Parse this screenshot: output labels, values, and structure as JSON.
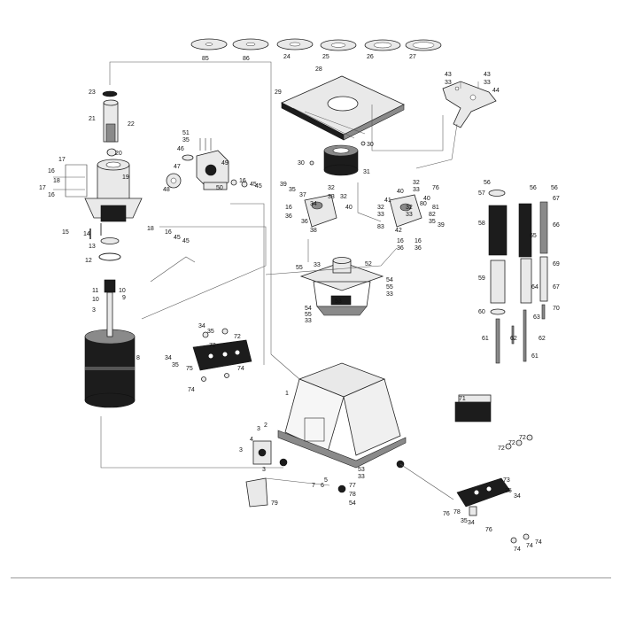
{
  "callouts": [
    {
      "id": "c85",
      "text": "85"
    },
    {
      "id": "c86",
      "text": "86"
    },
    {
      "id": "c24",
      "text": "24"
    },
    {
      "id": "c25",
      "text": "25"
    },
    {
      "id": "c26",
      "text": "26"
    },
    {
      "id": "c27",
      "text": "27"
    },
    {
      "id": "c28",
      "text": "28"
    },
    {
      "id": "c29",
      "text": "29"
    },
    {
      "id": "c30a",
      "text": "30"
    },
    {
      "id": "c30b",
      "text": "30"
    },
    {
      "id": "c31",
      "text": "31"
    },
    {
      "id": "c43a",
      "text": "43"
    },
    {
      "id": "c43b",
      "text": "43"
    },
    {
      "id": "c33a",
      "text": "33"
    },
    {
      "id": "c33b",
      "text": "33"
    },
    {
      "id": "c44",
      "text": "44"
    },
    {
      "id": "c23",
      "text": "23"
    },
    {
      "id": "c21",
      "text": "21"
    },
    {
      "id": "c22",
      "text": "22"
    },
    {
      "id": "c20",
      "text": "20"
    },
    {
      "id": "c19",
      "text": "19"
    },
    {
      "id": "c17a",
      "text": "17"
    },
    {
      "id": "c16a",
      "text": "16"
    },
    {
      "id": "c18a",
      "text": "18"
    },
    {
      "id": "c17b",
      "text": "17"
    },
    {
      "id": "c16b",
      "text": "16"
    },
    {
      "id": "c15",
      "text": "15"
    },
    {
      "id": "c14",
      "text": "14"
    },
    {
      "id": "c13",
      "text": "13"
    },
    {
      "id": "c12",
      "text": "12"
    },
    {
      "id": "c51",
      "text": "51"
    },
    {
      "id": "c35a",
      "text": "35"
    },
    {
      "id": "c46",
      "text": "46"
    },
    {
      "id": "c47",
      "text": "47"
    },
    {
      "id": "c48",
      "text": "48"
    },
    {
      "id": "c49",
      "text": "49"
    },
    {
      "id": "c50",
      "text": "50"
    },
    {
      "id": "c16c",
      "text": "16"
    },
    {
      "id": "c45a",
      "text": "45"
    },
    {
      "id": "c45b",
      "text": "45"
    },
    {
      "id": "c18b",
      "text": "18"
    },
    {
      "id": "c16d",
      "text": "16"
    },
    {
      "id": "c45c",
      "text": "45"
    },
    {
      "id": "c45d",
      "text": "45"
    },
    {
      "id": "c39a",
      "text": "39"
    },
    {
      "id": "c35b",
      "text": "35"
    },
    {
      "id": "c37",
      "text": "37"
    },
    {
      "id": "c34a",
      "text": "34"
    },
    {
      "id": "c16e",
      "text": "16"
    },
    {
      "id": "c36a",
      "text": "36"
    },
    {
      "id": "c36b",
      "text": "36"
    },
    {
      "id": "c38",
      "text": "38"
    },
    {
      "id": "c32a",
      "text": "32"
    },
    {
      "id": "c33c",
      "text": "33"
    },
    {
      "id": "c32b",
      "text": "32"
    },
    {
      "id": "c40a",
      "text": "40"
    },
    {
      "id": "c40b",
      "text": "40"
    },
    {
      "id": "c41",
      "text": "41"
    },
    {
      "id": "c32c",
      "text": "32"
    },
    {
      "id": "c33d",
      "text": "33"
    },
    {
      "id": "c76a",
      "text": "76"
    },
    {
      "id": "c80",
      "text": "80"
    },
    {
      "id": "c81",
      "text": "81"
    },
    {
      "id": "c82",
      "text": "82"
    },
    {
      "id": "c39b",
      "text": "39"
    },
    {
      "id": "c35c",
      "text": "35"
    },
    {
      "id": "c83",
      "text": "83"
    },
    {
      "id": "c42",
      "text": "42"
    },
    {
      "id": "c16f",
      "text": "16"
    },
    {
      "id": "c16g",
      "text": "16"
    },
    {
      "id": "c36c",
      "text": "36"
    },
    {
      "id": "c36d",
      "text": "36"
    },
    {
      "id": "c32d",
      "text": "32"
    },
    {
      "id": "c33e",
      "text": "33"
    },
    {
      "id": "c32e",
      "text": "32"
    },
    {
      "id": "c33f",
      "text": "33"
    },
    {
      "id": "c40c",
      "text": "40"
    },
    {
      "id": "c55a",
      "text": "55"
    },
    {
      "id": "c33g",
      "text": "33"
    },
    {
      "id": "c52",
      "text": "52"
    },
    {
      "id": "c53",
      "text": "53"
    },
    {
      "id": "c54a",
      "text": "54"
    },
    {
      "id": "c55b",
      "text": "55"
    },
    {
      "id": "c33h",
      "text": "33"
    },
    {
      "id": "c54b",
      "text": "54"
    },
    {
      "id": "c55c",
      "text": "55"
    },
    {
      "id": "c33i",
      "text": "33"
    },
    {
      "id": "c11",
      "text": "11"
    },
    {
      "id": "c10a",
      "text": "10"
    },
    {
      "id": "c10b",
      "text": "10"
    },
    {
      "id": "c9",
      "text": "9"
    },
    {
      "id": "c3a",
      "text": "3"
    },
    {
      "id": "c8",
      "text": "8"
    },
    {
      "id": "c34b",
      "text": "34"
    },
    {
      "id": "c35d",
      "text": "35"
    },
    {
      "id": "c72a",
      "text": "72"
    },
    {
      "id": "c72b",
      "text": "72"
    },
    {
      "id": "c34c",
      "text": "34"
    },
    {
      "id": "c35e",
      "text": "35"
    },
    {
      "id": "c75",
      "text": "75"
    },
    {
      "id": "c74a",
      "text": "74"
    },
    {
      "id": "c74b",
      "text": "74"
    },
    {
      "id": "c1",
      "text": "1"
    },
    {
      "id": "c3b",
      "text": "3"
    },
    {
      "id": "c2",
      "text": "2"
    },
    {
      "id": "c4",
      "text": "4"
    },
    {
      "id": "c3c",
      "text": "3"
    },
    {
      "id": "c3d",
      "text": "3"
    },
    {
      "id": "c5",
      "text": "5"
    },
    {
      "id": "c6",
      "text": "6"
    },
    {
      "id": "c7",
      "text": "7"
    },
    {
      "id": "c79",
      "text": "79"
    },
    {
      "id": "c53b",
      "text": "53"
    },
    {
      "id": "c33j",
      "text": "33"
    },
    {
      "id": "c77",
      "text": "77"
    },
    {
      "id": "c78a",
      "text": "78"
    },
    {
      "id": "c54c",
      "text": "54"
    },
    {
      "id": "c56a",
      "text": "56"
    },
    {
      "id": "c56b",
      "text": "56"
    },
    {
      "id": "c56c",
      "text": "56"
    },
    {
      "id": "c57",
      "text": "57"
    },
    {
      "id": "c67a",
      "text": "67"
    },
    {
      "id": "c58",
      "text": "58"
    },
    {
      "id": "c65",
      "text": "65"
    },
    {
      "id": "c66",
      "text": "66"
    },
    {
      "id": "c69",
      "text": "69"
    },
    {
      "id": "c59",
      "text": "59"
    },
    {
      "id": "c64",
      "text": "64"
    },
    {
      "id": "c67b",
      "text": "67"
    },
    {
      "id": "c70",
      "text": "70"
    },
    {
      "id": "c60",
      "text": "60"
    },
    {
      "id": "c63",
      "text": "63"
    },
    {
      "id": "c61a",
      "text": "61"
    },
    {
      "id": "c62a",
      "text": "62"
    },
    {
      "id": "c61b",
      "text": "61"
    },
    {
      "id": "c62b",
      "text": "62"
    },
    {
      "id": "c71",
      "text": "71"
    },
    {
      "id": "c72c",
      "text": "72"
    },
    {
      "id": "c72d",
      "text": "72"
    },
    {
      "id": "c72e",
      "text": "72"
    },
    {
      "id": "c73",
      "text": "73"
    },
    {
      "id": "c35f",
      "text": "35"
    },
    {
      "id": "c34d",
      "text": "34"
    },
    {
      "id": "c76b",
      "text": "76"
    },
    {
      "id": "c78b",
      "text": "78"
    },
    {
      "id": "c35g",
      "text": "35"
    },
    {
      "id": "c34e",
      "text": "34"
    },
    {
      "id": "c76c",
      "text": "76"
    },
    {
      "id": "c74c",
      "text": "74"
    },
    {
      "id": "c74d",
      "text": "74"
    },
    {
      "id": "c74e",
      "text": "74"
    }
  ]
}
